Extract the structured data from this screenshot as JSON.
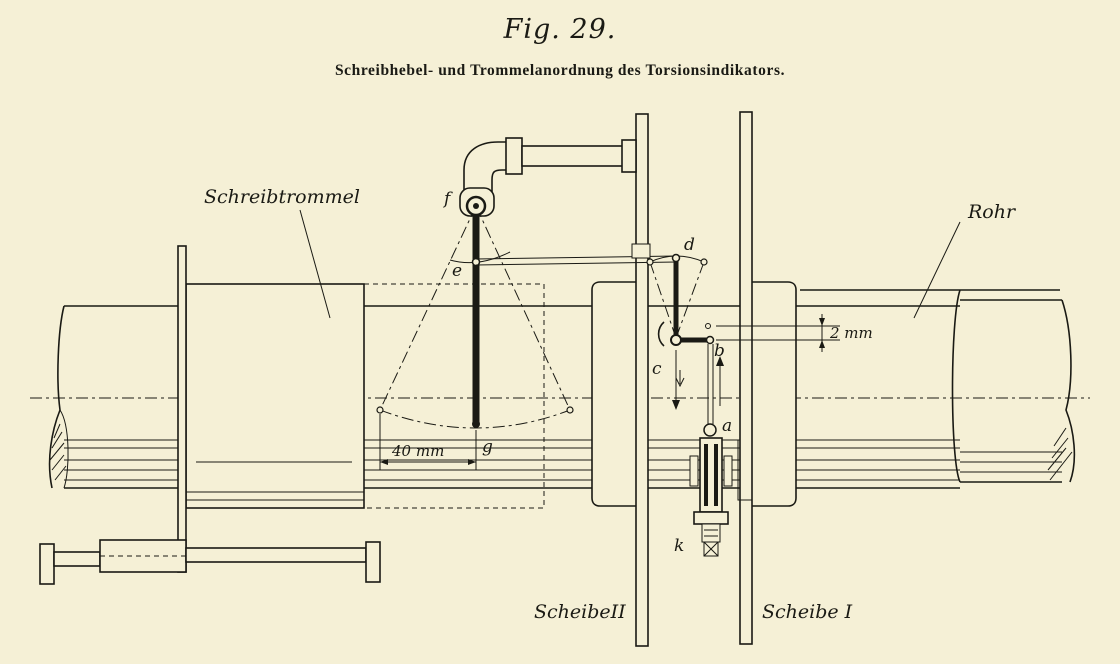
{
  "figure": {
    "title": "Fig. 29.",
    "caption": "Schreibhebel- und Trommelanordnung des Torsionsindikators."
  },
  "labels": {
    "drum": "Schreibtrommel",
    "tube": "Rohr",
    "disc_two": "ScheibeII",
    "disc_one": "Scheibe I",
    "dim_40": "40 mm",
    "dim_2": "2 mm",
    "point_a": "a",
    "point_b": "b",
    "point_c": "c",
    "point_d": "d",
    "point_e": "e",
    "point_f": "f",
    "point_g": "g",
    "point_k": "k"
  }
}
